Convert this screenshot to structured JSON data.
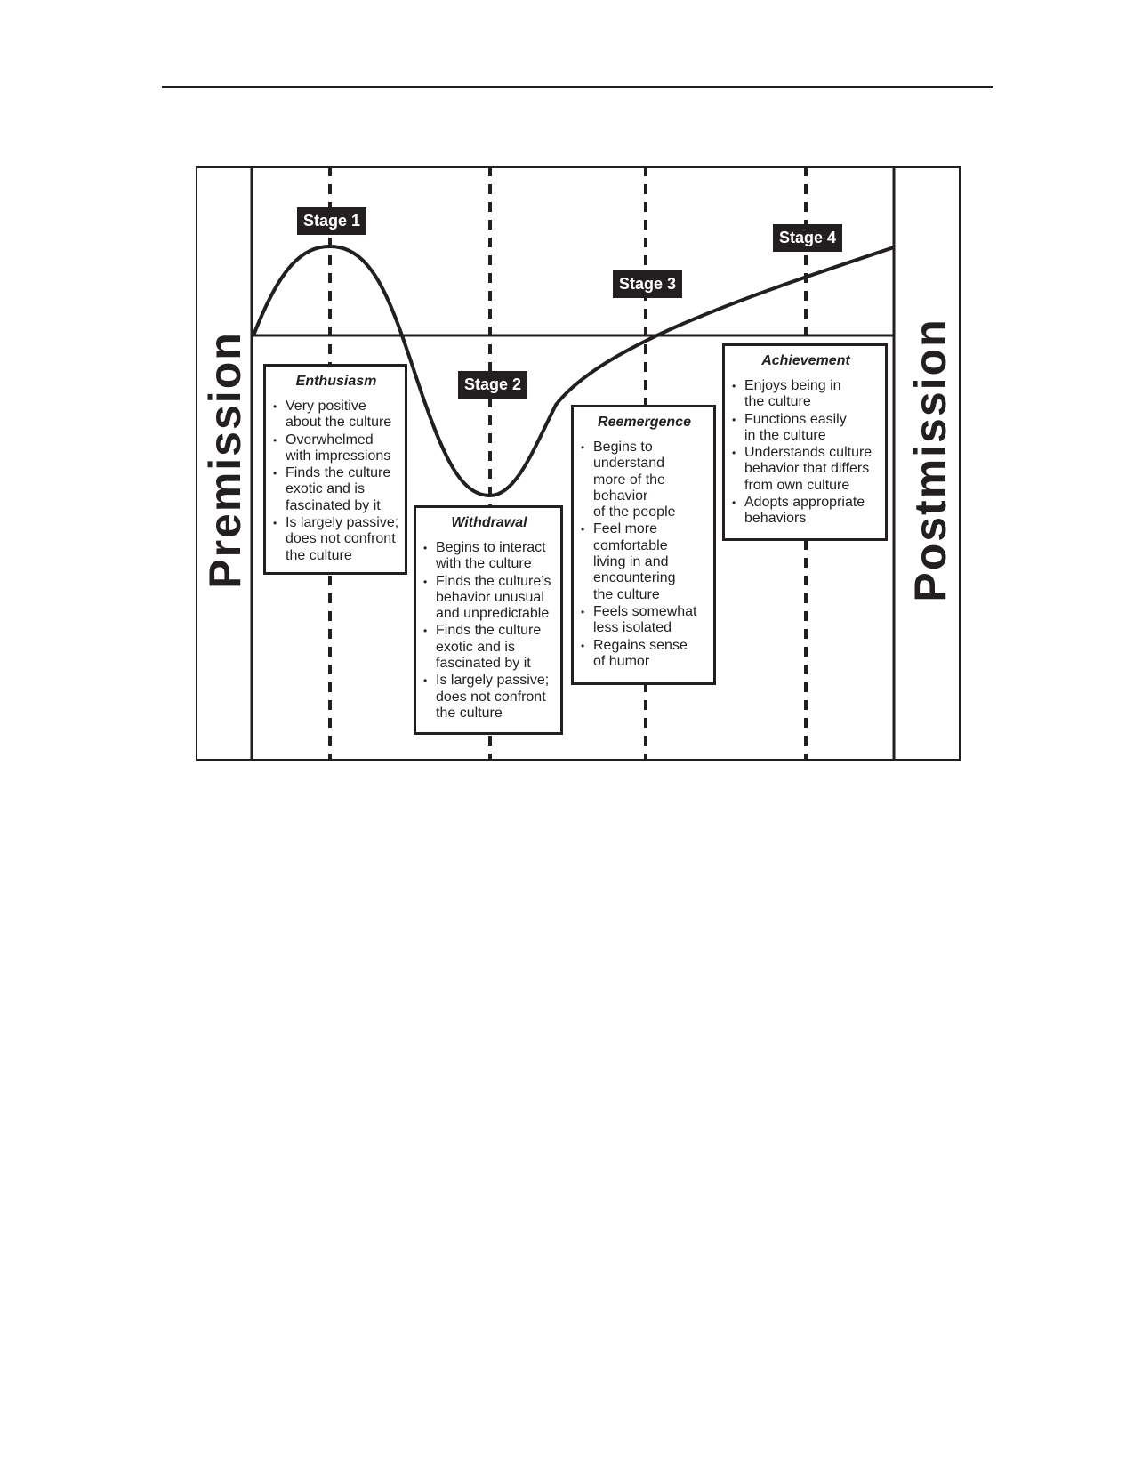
{
  "diagram": {
    "left_label": "Premission",
    "right_label": "Postmission",
    "stages": [
      "Stage 1",
      "Stage 2",
      "Stage 3",
      "Stage 4"
    ],
    "boxes": [
      {
        "title": "Enthusiasm",
        "items": [
          "Very positive\nabout the culture",
          "Overwhelmed\nwith impressions",
          "Finds the culture\nexotic and is\nfascinated by it",
          "Is largely passive;\ndoes not confront\nthe culture"
        ]
      },
      {
        "title": "Withdrawal",
        "items": [
          "Begins to interact\nwith the culture",
          "Finds the culture’s\nbehavior unusual\nand unpredictable",
          "Finds the culture\nexotic and is\nfascinated by it",
          "Is largely passive;\ndoes not confront\nthe culture"
        ]
      },
      {
        "title": "Reemergence",
        "items": [
          "Begins to\nunderstand\nmore of the\nbehavior\nof the people",
          "Feel more\ncomfortable\nliving in and\nencountering\nthe culture",
          "Feels somewhat\nless isolated",
          "Regains sense\nof humor"
        ]
      },
      {
        "title": "Achievement",
        "items": [
          "Enjoys being in\nthe culture",
          "Functions easily\nin the culture",
          "Understands culture\nbehavior that differs\nfrom own culture",
          "Adopts appropriate\nbehaviors"
        ]
      }
    ]
  }
}
